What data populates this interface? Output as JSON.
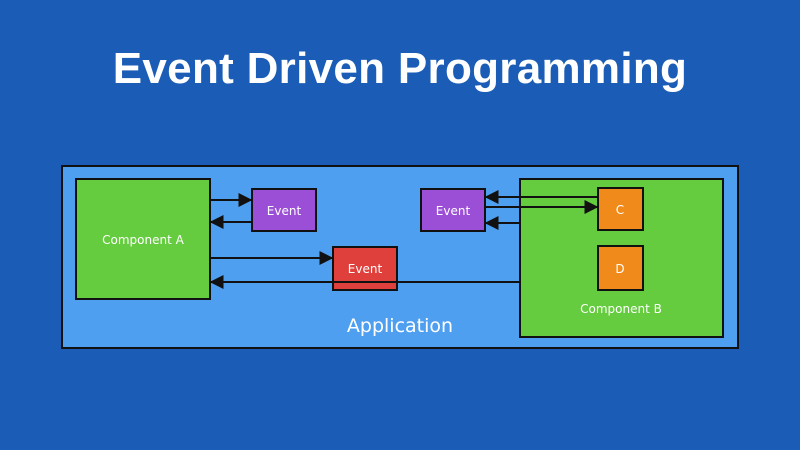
{
  "title": "Event Driven Programming",
  "diagram": {
    "application_label": "Application",
    "component_a_label": "Component A",
    "component_b_label": "Component B",
    "event_label_a": "Event",
    "event_label_center": "Event",
    "event_label_b": "Event",
    "sub_c_label": "C",
    "sub_d_label": "D"
  },
  "colors": {
    "background": "#1b5db6",
    "application": "#4f9ff0",
    "component": "#64cc3e",
    "event_purple": "#9b4fd6",
    "event_red": "#e0403c",
    "sub_orange": "#f08a1a",
    "outline": "#111111"
  }
}
